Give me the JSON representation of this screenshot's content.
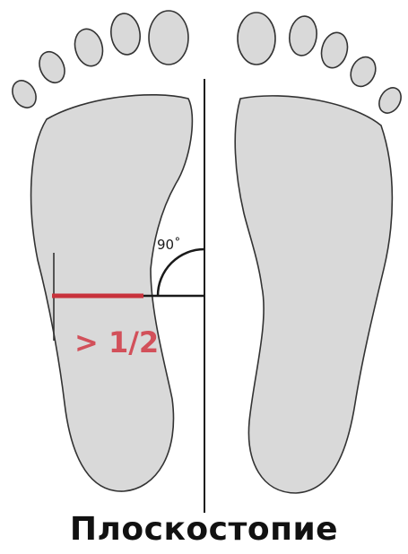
{
  "diagram": {
    "angle_label": "90˚",
    "ratio_label": "> 1/2",
    "caption": "Плоскостопие"
  },
  "colors": {
    "foot_fill": "#d9d9d9",
    "outline": "#333333",
    "measure_red": "#c8323c",
    "ratio_text": "#d2505a",
    "caption": "#111111"
  }
}
